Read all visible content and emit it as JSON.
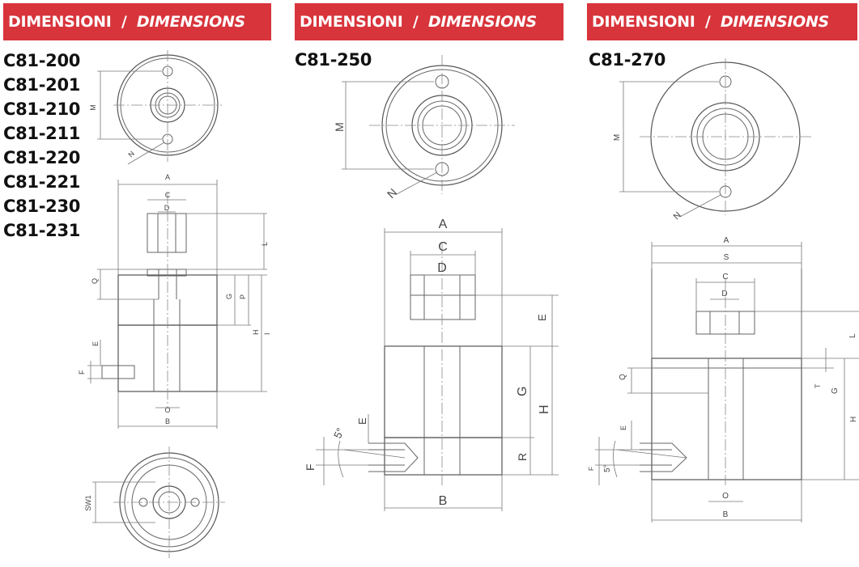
{
  "banner": {
    "label_it": "DIMENSIONI",
    "separator": "/",
    "label_en": "DIMENSIONS"
  },
  "section1": {
    "models": [
      "C81-200",
      "C81-201",
      "C81-210",
      "C81-211",
      "C81-220",
      "C81-221",
      "C81-230",
      "C81-231"
    ],
    "labels": {
      "M": "M",
      "N": "N",
      "A": "A",
      "C": "C",
      "D": "D",
      "L": "L",
      "Q": "Q",
      "G": "G",
      "P": "P",
      "H": "H",
      "I": "I",
      "E": "E",
      "F": "F",
      "O": "O",
      "B": "B",
      "SW1": "SW1"
    }
  },
  "section2": {
    "model": "C81-250",
    "labels": {
      "M": "M",
      "N": "N",
      "A": "A",
      "C": "C",
      "D": "D",
      "E_top": "E",
      "G": "G",
      "H": "H",
      "R": "R",
      "E_side": "E",
      "F": "F",
      "angle": "5°",
      "B": "B"
    }
  },
  "section3": {
    "model": "C81-270",
    "labels": {
      "M": "M",
      "N": "N",
      "A": "A",
      "S": "S",
      "C": "C",
      "D": "D",
      "L": "L",
      "Q": "Q",
      "T": "T",
      "G": "G",
      "H": "H",
      "E": "E",
      "F": "F",
      "angle": "5°",
      "O": "O",
      "B": "B"
    }
  },
  "colors": {
    "banner": "#d8343b",
    "banner_text": "#ffffff",
    "line": "#666666"
  }
}
